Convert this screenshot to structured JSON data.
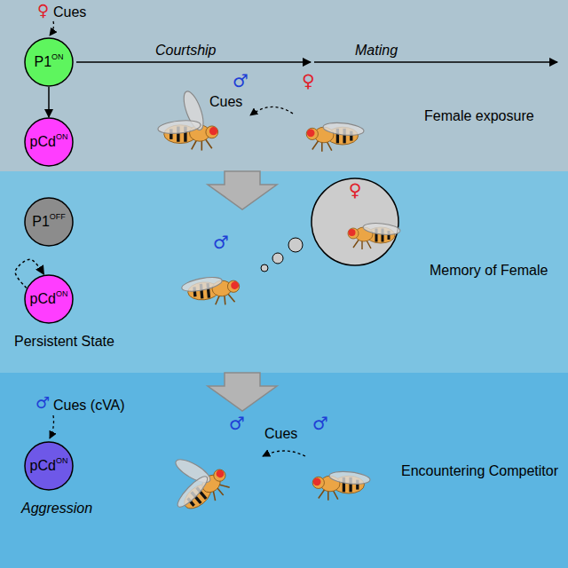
{
  "diagram": {
    "nodes": [
      {
        "text": [
          "P1",
          "ON"
        ]
      },
      {
        "text": [
          "pCd",
          "ON"
        ]
      },
      {
        "text": [
          "P1",
          "OFF"
        ]
      },
      {
        "text": [
          "♀"
        ]
      },
      {
        "text": [
          "pCd",
          "ON"
        ]
      },
      {
        "text": [
          "pCd",
          "ON"
        ]
      }
    ],
    "edges": [
      {
        "from": 0,
        "to": 1,
        "arrow": "to"
      },
      {
        "from": 4,
        "to": 4,
        "arrow": "to"
      }
    ],
    "labels": [
      "♀",
      "Cues",
      "Courtship",
      "Mating",
      "♂",
      "Cues",
      "♀",
      "Female exposure",
      "Persistent State",
      "♂",
      "Memory of Female",
      "♂",
      "Cues (cVA)",
      "Aggression",
      "♂",
      "Cues",
      "♂",
      "Encountering Competitor"
    ]
  }
}
